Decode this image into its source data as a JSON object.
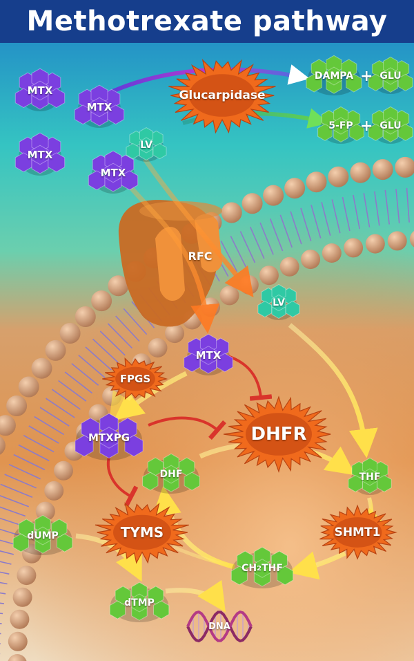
{
  "title": "Methotrexate pathway",
  "labels": {
    "mtx": "MTX",
    "lv": "LV",
    "glucarpidase": "Glucarpidase",
    "dampa": "DAMPA",
    "glu": "GLU",
    "five_fp": "5-FP",
    "plus": "+",
    "rfc": "RFC",
    "fpgs": "FPGS",
    "mtxpg": "MTXPG",
    "dhfr": "DHFR",
    "dhf": "DHF",
    "thf": "THF",
    "tyms": "TYMS",
    "shmt1": "SHMT1",
    "dump": "dUMP",
    "dtmp": "dTMP",
    "ch2thf_pre": "CH",
    "ch2thf_sub": "2",
    "ch2thf_post": "THF",
    "dna": "DNA"
  },
  "colors": {
    "title_bar": "#163e8c",
    "mtx": "#7b3fe0",
    "lv": "#2fc9a4",
    "metabolite": "#64c83a",
    "enzyme": "#f06a1c",
    "inhibit": "#d9342b",
    "flow": "#ffe04a",
    "membrane": "#dca47e",
    "tail": "#8c7bc9",
    "channel": "#d9782c"
  },
  "icons": {
    "molecule": "hex-cluster-icon",
    "enzyme": "spiky-blob-icon",
    "transporter": "channel-protein-icon",
    "dna": "double-helix-icon"
  }
}
